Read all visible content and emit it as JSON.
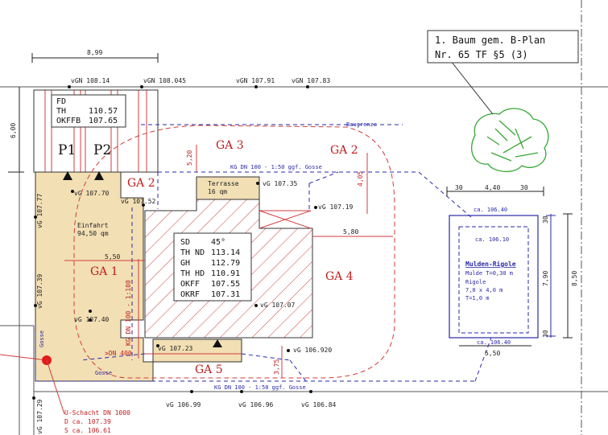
{
  "callout": {
    "line1": "1. Baum gem. B-Plan",
    "line2": "Nr. 65 TF §5 (3)"
  },
  "dims": {
    "top_width": "8,99",
    "left_height": "6,00",
    "ga3_dim": "5,20",
    "ga2_dim": "4,05",
    "right_dim": "5,80",
    "mid_dim": "5,50",
    "bottom_dim": "3,75",
    "rigole_top_left": "30",
    "rigole_top_mid": "4,40",
    "rigole_top_right": "30",
    "rigole_bottom": "5,50",
    "rigole_height": "8,50",
    "rigole_inner_height": "7,90",
    "rigole_side_top": "30",
    "rigole_side_bottom": "30"
  },
  "heights_top": {
    "h1": "vGN 108.14",
    "h2": "vGN 108.045",
    "h3": "vGN 107.91",
    "h4": "vGN 107.83"
  },
  "heights": {
    "h_107_70": "vG 107.70",
    "h_107_52": "vG 107.52",
    "h_107_35": "vG 107.35",
    "h_107_19": "vG 107.19",
    "h_107_07": "vG 107.07",
    "h_107_40": "vG 107.40",
    "h_107_23": "vG 107.23",
    "h_106_920": "vG 106.920",
    "h_107_77": "vG 107.77",
    "h_107_39": "vG 107.39",
    "h_107_29": "vG 107.29",
    "h_106_99": "vG 106.99",
    "h_106_96": "vG 106.96",
    "h_106_84": "vG 106.84"
  },
  "fd_box": {
    "r1": "FD",
    "r2a": "TH",
    "r2b": "110.57",
    "r3a": "OKFFB",
    "r3b": "107.65"
  },
  "sd_box": {
    "r1a": "SD",
    "r1b": "45°",
    "r2a": "TH ND",
    "r2b": "113.14",
    "r3a": "GH",
    "r3b": "112.79",
    "r4a": "TH HD",
    "r4b": "110.91",
    "r5a": "OKFF",
    "r5b": "107.55",
    "r6a": "OKRF",
    "r6b": "107.31"
  },
  "areas": {
    "ga1": "GA 1",
    "ga2a": "GA 2",
    "ga2b": "GA 2",
    "ga3": "GA 3",
    "ga4": "GA 4",
    "ga5": "GA 5",
    "p1": "P1",
    "p2": "P2"
  },
  "terrasse": {
    "line1": "Terrasse",
    "line2": "16 qm"
  },
  "einfahrt": {
    "line1": "Einfahrt",
    "line2": "94,50 qm"
  },
  "lines": {
    "baugrenze": "Baugrenze",
    "kg_top": "KG DN 100 - 1:50 ggf. Gosse",
    "kg_bottom": "KG DN 100 - 1:50 ggf. Gosse",
    "kg_vert": "KG DN 100 - 1:100",
    "dn400": ">DN 400",
    "gosse_h": "Gosse",
    "gosse_v": "Gosse"
  },
  "shaft": {
    "l1": "U-Schacht DN 1000",
    "l2": "D ca. 107.39",
    "l3": "S ca. 106.61"
  },
  "rigole": {
    "top": "ca. 106.40",
    "inner": "ca. 106.10",
    "bottom": "ca. 106.40",
    "title": "Mulden-Rigole",
    "l1": "Mulde T=0,30 m",
    "l2": "Rigole",
    "l3": "7,0 x 4,0 m",
    "l4": "T=1,0 m"
  },
  "colors": {
    "fill": "#f2dfb4",
    "red": "#d23c3c",
    "blue": "#2a2aa8",
    "tree": "#36a836"
  }
}
